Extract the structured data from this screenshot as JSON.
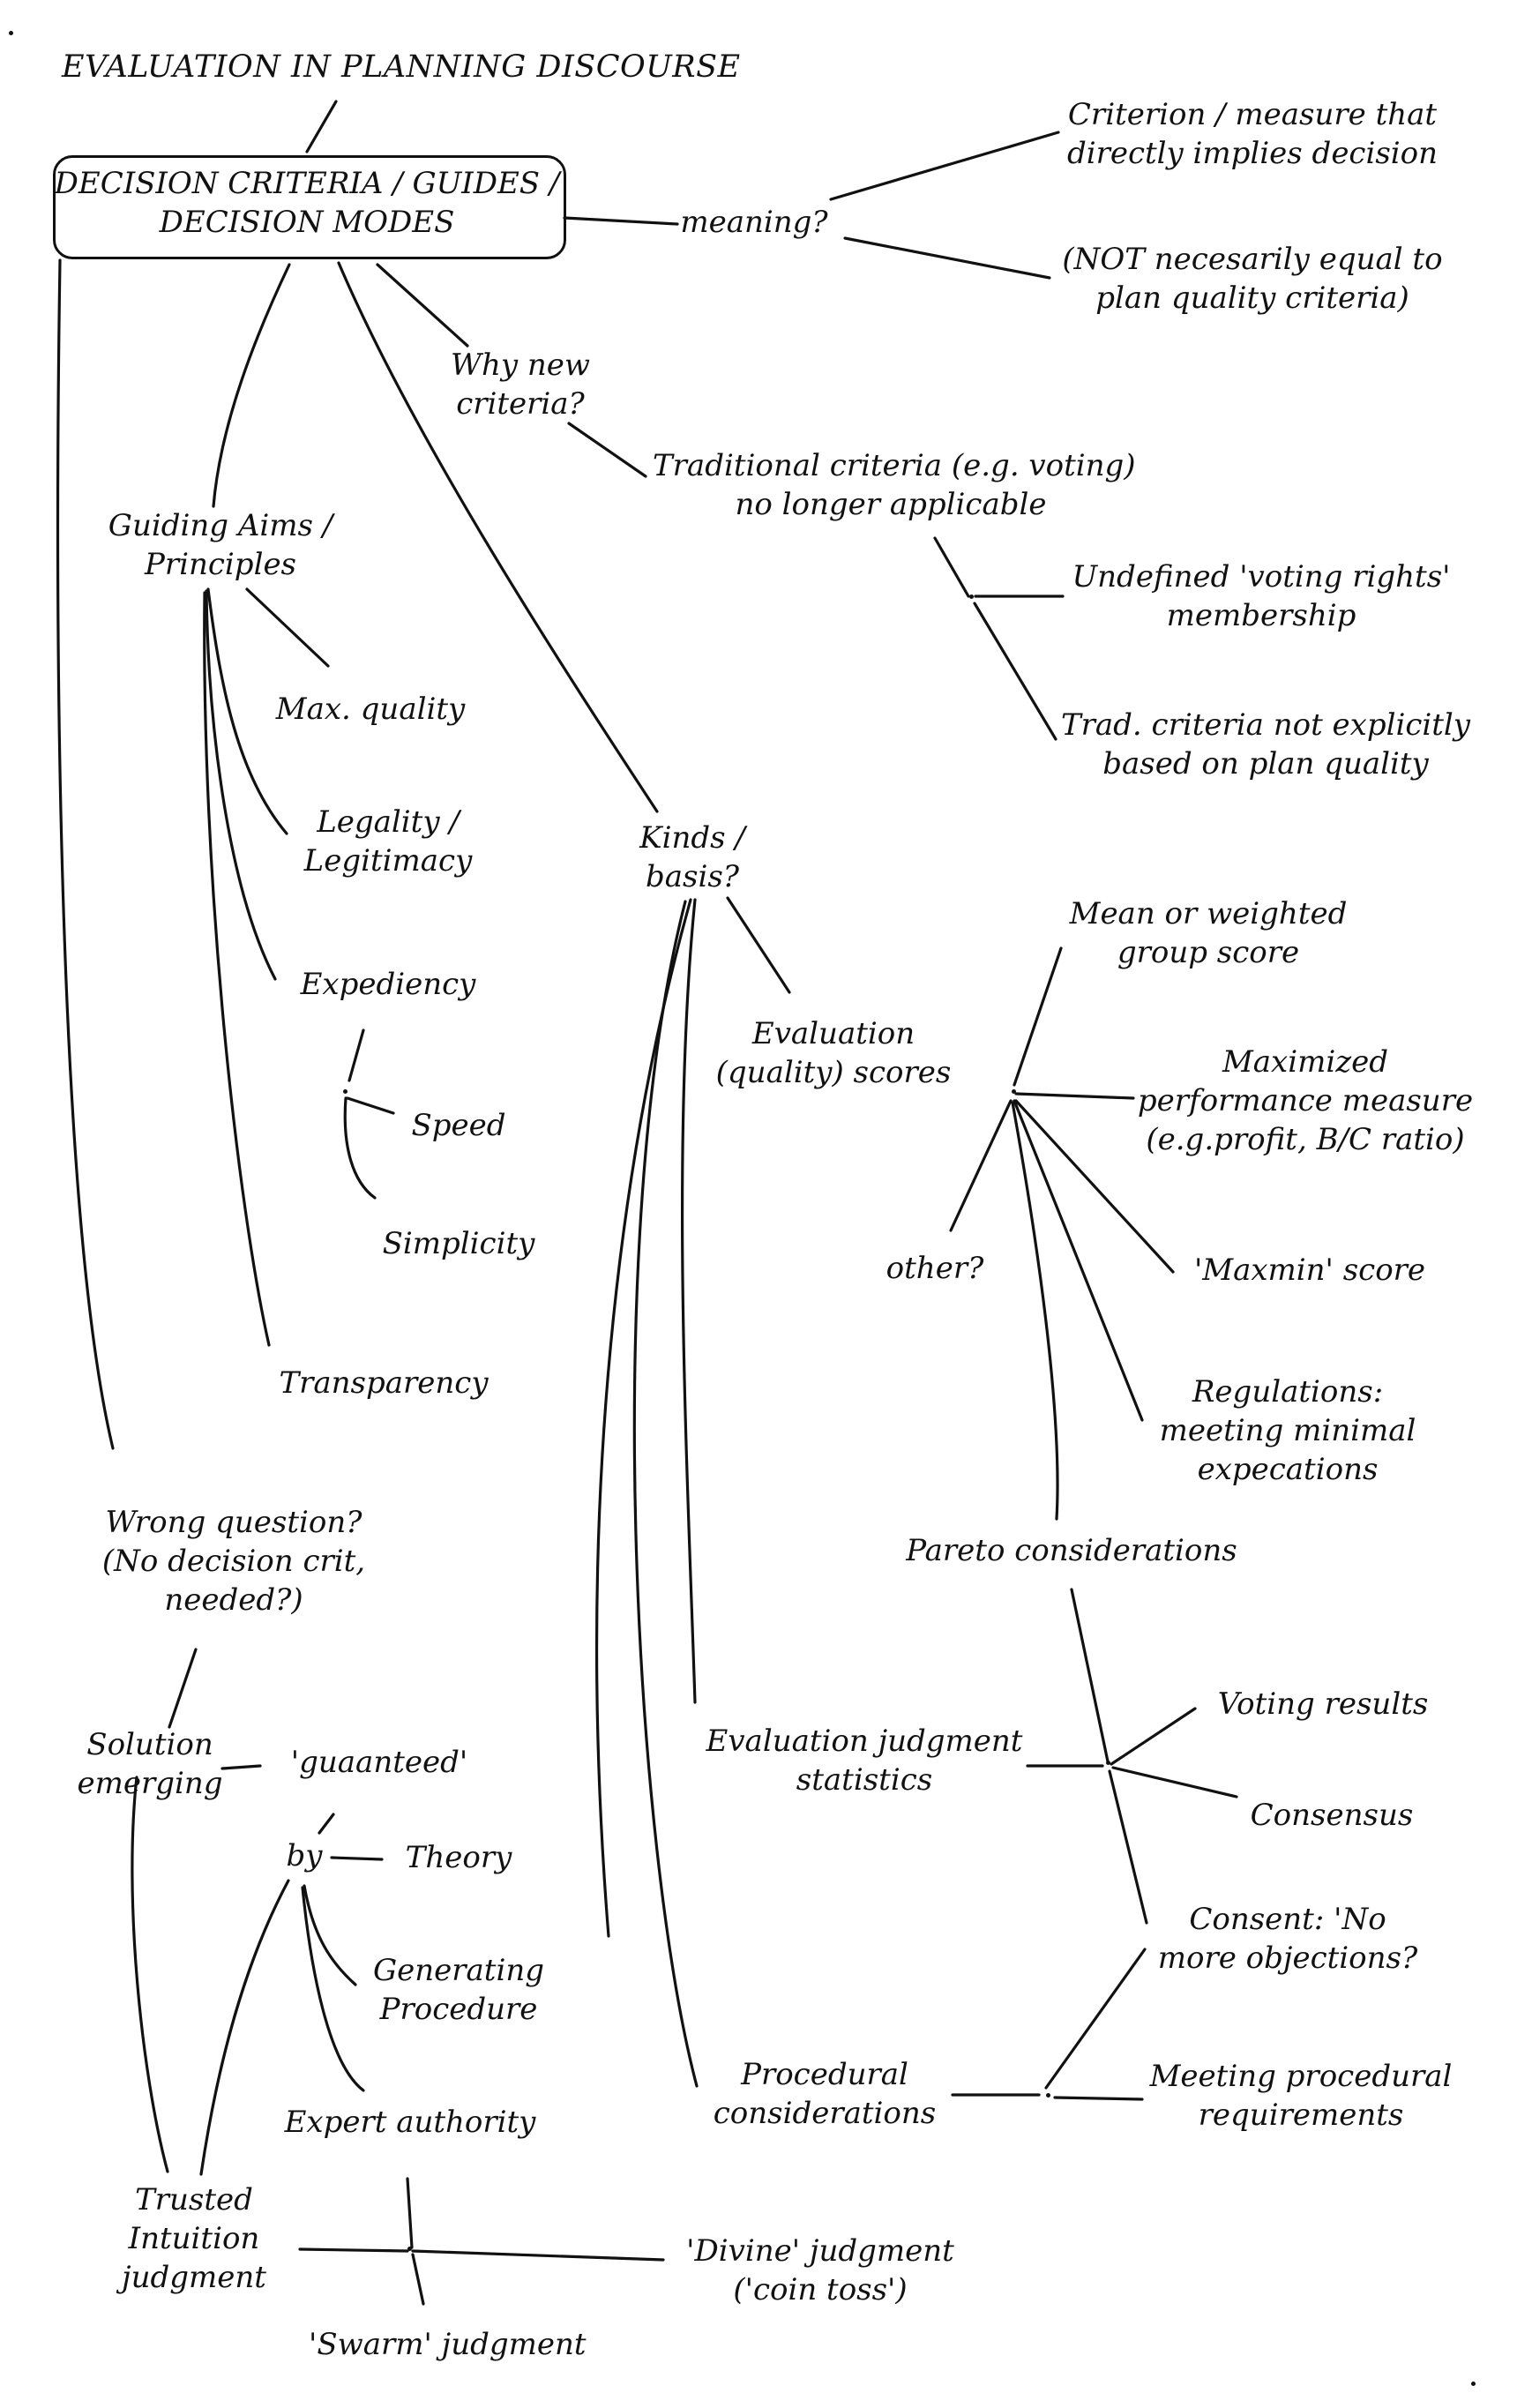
{
  "title": "EVALUATION IN PLANNING DISCOURSE",
  "root": {
    "line1": "DECISION CRITERIA / GUIDES /",
    "line2": "DECISION MODES"
  },
  "meaning": {
    "label": "meaning?",
    "criterion": [
      "Criterion / measure that",
      "directly implies decision"
    ],
    "not_equal": [
      "(NOT necesarily equal to",
      "plan quality criteria)"
    ]
  },
  "why_new": {
    "label": [
      "Why new",
      "criteria?"
    ],
    "traditional": [
      "Traditional criteria (e.g. voting)",
      "no longer applicable"
    ],
    "undefined": [
      "Undefined 'voting rights'",
      "membership"
    ],
    "trad_not_based": [
      "Trad. criteria not explicitly",
      "based on plan quality"
    ]
  },
  "guiding": {
    "label": [
      "Guiding Aims /",
      "Principles"
    ],
    "max_quality": "Max. quality",
    "legality": [
      "Legality /",
      "Legitimacy"
    ],
    "expediency": "Expediency",
    "speed": "Speed",
    "simplicity": "Simplicity",
    "transparency": "Transparency"
  },
  "kinds": {
    "label": [
      "Kinds /",
      "basis?"
    ],
    "eval_scores": [
      "Evaluation",
      "(quality) scores"
    ],
    "mean_score": [
      "Mean or weighted",
      "group score"
    ],
    "maximized": [
      "Maximized",
      "performance measure",
      "(e.g.profit, B/C ratio)"
    ],
    "other": "other?",
    "maxmin": "'Maxmin' score",
    "regulations": [
      "Regulations:",
      "meeting minimal",
      "expecations"
    ],
    "pareto": "Pareto considerations",
    "eval_judgment": [
      "Evaluation judgment",
      "statistics"
    ],
    "voting_results": "Voting results",
    "consensus": "Consensus",
    "consent": [
      "Consent: 'No",
      "more objections?"
    ],
    "procedural": [
      "Procedural",
      "considerations"
    ],
    "meeting_procedural": [
      "Meeting procedural",
      "requirements"
    ]
  },
  "wrong": {
    "label": [
      "Wrong question?",
      "(No decision crit,",
      "needed?)"
    ],
    "solution": [
      "Solution",
      "emerging"
    ],
    "guaranteed": "'guaanteed'",
    "by": "by",
    "theory": "Theory",
    "generating": [
      "Generating",
      "Procedure"
    ],
    "expert": "Expert authority",
    "trusted": [
      "Trusted",
      "Intuition",
      "judgment"
    ],
    "divine": [
      "'Divine' judgment",
      "('coin toss')"
    ],
    "swarm": "'Swarm' judgment"
  }
}
